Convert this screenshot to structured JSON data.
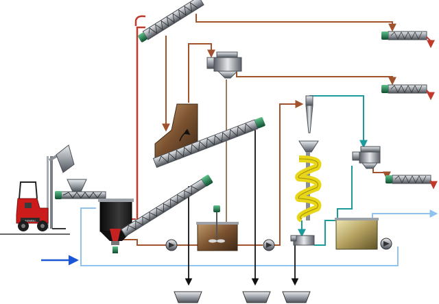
{
  "diagram": {
    "type": "process-flow-schematic",
    "equipment": [
      {
        "id": "forklift",
        "kind": "forklift-truck"
      },
      {
        "id": "bag-tipper",
        "kind": "bag-tipper"
      },
      {
        "id": "feed-hopper",
        "kind": "hopper-with-screw-feeder"
      },
      {
        "id": "mixing-tank",
        "kind": "tank-with-agitator"
      },
      {
        "id": "conveyor-1",
        "kind": "inclined-screw-conveyor"
      },
      {
        "id": "conveyor-top",
        "kind": "inclined-screw-conveyor"
      },
      {
        "id": "hopper-2",
        "kind": "hopper-with-screw-conveyor"
      },
      {
        "id": "sieve-1",
        "kind": "vibrating-sieve"
      },
      {
        "id": "settling-tank",
        "kind": "tank-with-agitator"
      },
      {
        "id": "cyclone",
        "kind": "cyclone-separator"
      },
      {
        "id": "spiral-separator",
        "kind": "spiral-separator"
      },
      {
        "id": "sieve-2",
        "kind": "vibrating-sieve"
      },
      {
        "id": "sieve-3",
        "kind": "vibrating-sieve"
      },
      {
        "id": "collection-tank",
        "kind": "tank"
      },
      {
        "id": "pump-1",
        "kind": "pump"
      },
      {
        "id": "pump-2",
        "kind": "pump"
      },
      {
        "id": "pump-3",
        "kind": "pump"
      },
      {
        "id": "discharge-1",
        "kind": "screw-discharger"
      },
      {
        "id": "discharge-2",
        "kind": "screw-discharger"
      },
      {
        "id": "discharge-3",
        "kind": "screw-discharger"
      },
      {
        "id": "bin-1",
        "kind": "waste-bin"
      },
      {
        "id": "bin-2",
        "kind": "waste-bin"
      },
      {
        "id": "bin-3",
        "kind": "waste-bin"
      }
    ],
    "line_colors": {
      "slurry": "#a0522d",
      "water": "#8fc4f0",
      "water_inlet": "#1a56d6",
      "recycle": "#1a9a9a",
      "waste": "#111111"
    },
    "forklift_badge": "kamatsu",
    "colors": {
      "motor": "#1d7a4e",
      "screw_casing": "#6b6f78",
      "spiral": "#e8d618",
      "tank_dark": "#1a1a1a",
      "forklift_red": "#cc1b1b"
    }
  }
}
